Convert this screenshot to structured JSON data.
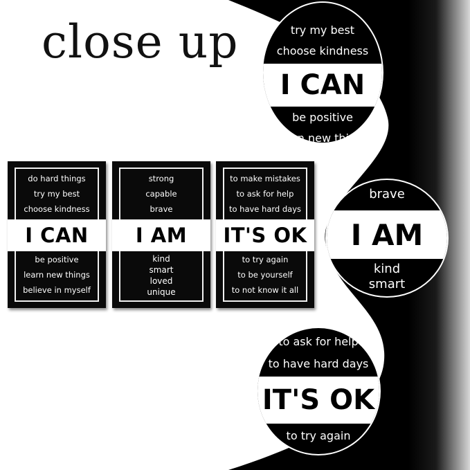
{
  "title": "close up",
  "colors": {
    "background": "#ffffff",
    "dark": "#000000",
    "poster": "#0a0a0a",
    "text_light": "#ffffff"
  },
  "posters": [
    {
      "headline": "I CAN",
      "top_lines": [
        "do hard things",
        "try my best",
        "choose kindness"
      ],
      "bottom_lines": [
        "be positive",
        "learn new things",
        "believe in myself"
      ]
    },
    {
      "headline": "I AM",
      "top_lines": [
        "strong",
        "capable",
        "brave"
      ],
      "bottom_lines": [
        "kind",
        "smart",
        "loved",
        "unique"
      ]
    },
    {
      "headline": "IT'S OK",
      "top_lines": [
        "to make mistakes",
        "to ask for help",
        "to have hard days"
      ],
      "bottom_lines": [
        "to try again",
        "to be yourself",
        "to not know it all"
      ]
    }
  ],
  "closeups": [
    {
      "headline": "I CAN",
      "above": [
        "try my best",
        "choose kindness"
      ],
      "below": [
        "be positive",
        "learn new things"
      ]
    },
    {
      "headline": "I AM",
      "above": [
        "brave"
      ],
      "below": [
        "kind",
        "smart"
      ]
    },
    {
      "headline": "IT'S OK",
      "above": [
        "to ask for help",
        "to have hard days"
      ],
      "below": [
        "to try again"
      ]
    }
  ]
}
